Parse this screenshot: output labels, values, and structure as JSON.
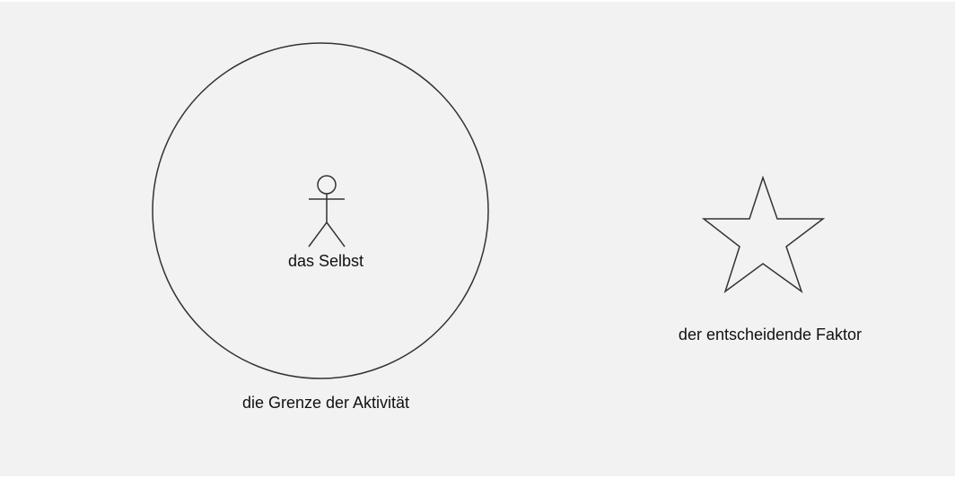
{
  "diagram": {
    "labels": {
      "self": "das Selbst",
      "boundary": "die Grenze der Aktivität",
      "factor": "der entscheidende Faktor"
    },
    "icons": {
      "self": "stick-figure-icon",
      "boundary": "circle-boundary",
      "factor": "star-icon"
    },
    "colors": {
      "background": "#f2f2f2",
      "stroke": "#333333",
      "text": "#111111"
    }
  }
}
